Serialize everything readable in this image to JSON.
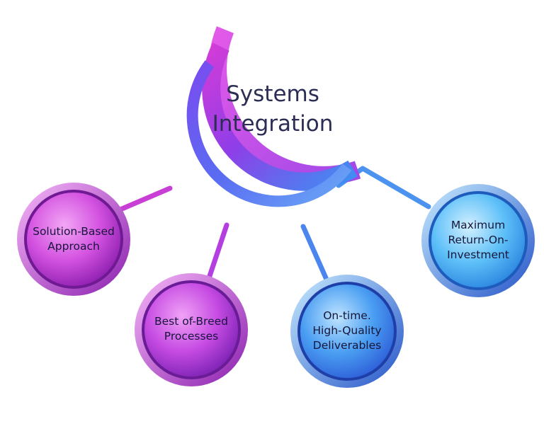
{
  "title": {
    "line1": "Systems",
    "line2": "Integration"
  },
  "nodes": [
    {
      "id": "solution",
      "lines": [
        "Solution-Based",
        "Approach"
      ]
    },
    {
      "id": "breed",
      "lines": [
        "Best of-Breed",
        "Processes"
      ]
    },
    {
      "id": "ontime",
      "lines": [
        "On-time.",
        "High-Quality",
        "Deliverables"
      ]
    },
    {
      "id": "roi",
      "lines": [
        "Maximum",
        "Return-On-",
        "Investment"
      ]
    }
  ],
  "colors": {
    "magenta": "#c03ad6",
    "purple": "#8a3ee6",
    "blue": "#3a8cf0",
    "cyan": "#3fb6f5",
    "title": "#2b2d55"
  }
}
